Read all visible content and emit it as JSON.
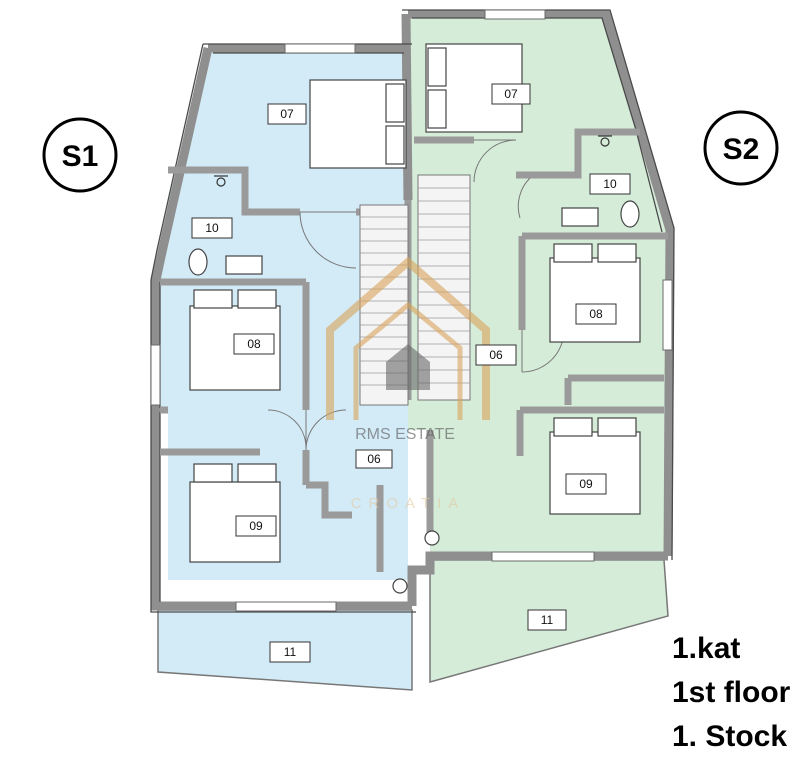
{
  "colors": {
    "s1_fill": "#d3ebf7",
    "s2_fill": "#d5ecd8",
    "wall": "#9a9a9a",
    "wall_dark": "#555555",
    "watermark": "#d9a45a"
  },
  "badges": {
    "s1": "S1",
    "s2": "S2"
  },
  "rooms": {
    "r07a": "07",
    "r07b": "07",
    "r10a": "10",
    "r10b": "10",
    "r08a": "08",
    "r08b": "08",
    "r09a": "09",
    "r09b": "09",
    "r06a": "06",
    "r06b": "06",
    "r11a": "11",
    "r11b": "11"
  },
  "watermark": {
    "brand": "RMS ESTATE",
    "sub": "CROATIA"
  },
  "legend": {
    "line1": "1.kat",
    "line2": "1st floor",
    "line3": "1. Stock"
  },
  "icons": [
    "bed-icon",
    "toilet-icon",
    "sink-icon",
    "shower-icon",
    "stairs-icon",
    "house-logo-icon"
  ]
}
